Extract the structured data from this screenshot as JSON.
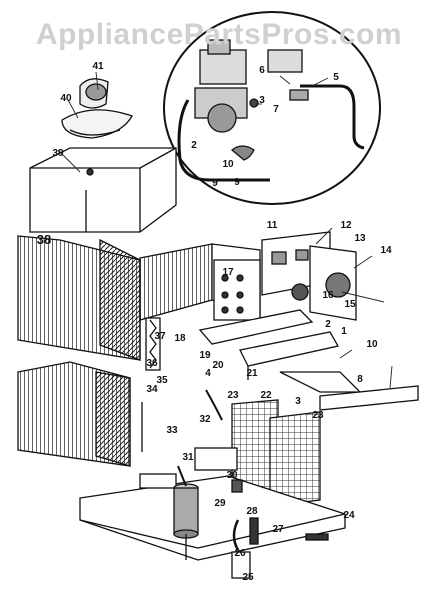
{
  "watermark": "AppliancePartsPros.com",
  "callouts": [
    "1",
    "2",
    "2",
    "3",
    "3",
    "4",
    "5",
    "6",
    "7",
    "8",
    "9",
    "9",
    "10",
    "10",
    "11",
    "12",
    "13",
    "14",
    "15",
    "16",
    "17",
    "18",
    "19",
    "20",
    "21",
    "22",
    "23",
    "23",
    "24",
    "25",
    "26",
    "27",
    "28",
    "29",
    "30",
    "31",
    "32",
    "33",
    "34",
    "35",
    "36",
    "37",
    "38",
    "39",
    "40",
    "41"
  ]
}
